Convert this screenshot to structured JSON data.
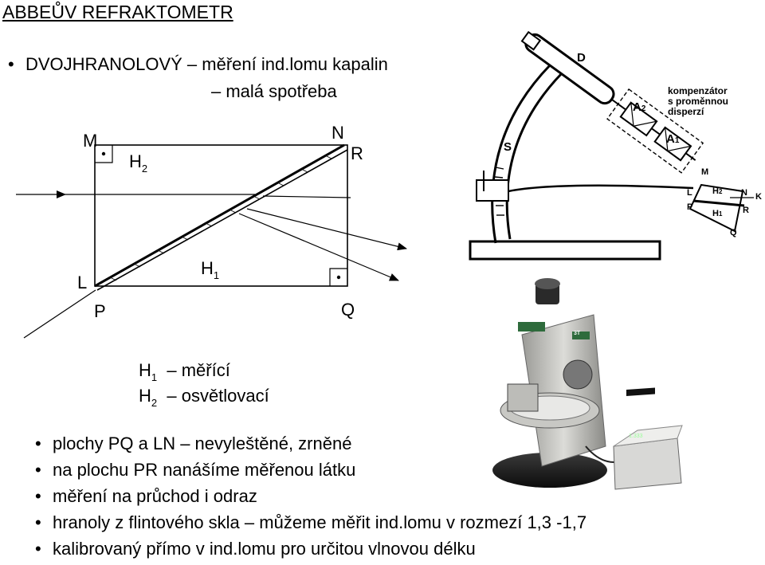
{
  "title": "ABBEŮV REFRAKTOMETR",
  "intro": {
    "bullet": "•",
    "line1": "DVOJHRANOLOVÝ – měření ind.lomu kapalin",
    "line2": "– malá spotřeba"
  },
  "prism_diagram": {
    "labels": {
      "M": "M",
      "N": "N",
      "R": "R",
      "L": "L",
      "P": "P",
      "Q": "Q",
      "H": "H",
      "one": "1",
      "two": "2"
    }
  },
  "legend": {
    "h1_letter": "H",
    "h1_sub": "1",
    "h1_text": "– měřící",
    "h2_letter": "H",
    "h2_sub": "2",
    "h2_text": "– osvětlovací"
  },
  "instrument_diagram": {
    "D": "D",
    "S": "S",
    "A2": "A",
    "A2_sub": "2",
    "A1": "A",
    "A1_sub": "1",
    "compensator": [
      "kompenzátor",
      "s proměnnou",
      "disperzí"
    ],
    "M": "M",
    "N": "N",
    "K": "K",
    "L": "L",
    "P": "P",
    "R": "R",
    "Q": "Q",
    "H2": "H",
    "H2_sub": "2",
    "H1": "H",
    "H1_sub": "1"
  },
  "bullets": [
    "plochy PQ a LN – nevyleštěné, zrněné",
    "na plochu PR nanášíme měřenou látku",
    "měření na průchod i odraz",
    "hranoly z flintového skla – můžeme měřit ind.lomu v rozmezí 1,3 -1,7",
    "kalibrovaný přímo v ind.lomu pro určitou vlnovou délku"
  ],
  "photo": {
    "display_text": "1.333",
    "brand_tag": "3T"
  }
}
